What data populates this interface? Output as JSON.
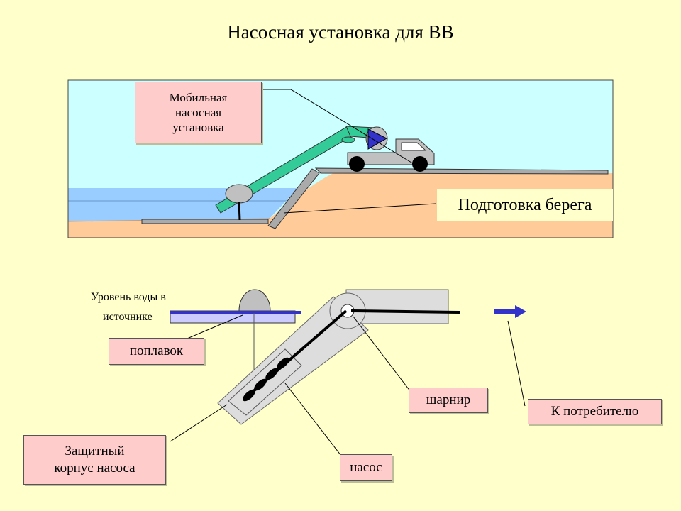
{
  "title": "Насосная установка для ВВ",
  "labels": {
    "mobile_unit": [
      "Мобильная",
      "насосная",
      "установка"
    ],
    "shore_prep": "Подготовка берега",
    "water_level": [
      "Уровень воды в",
      "источнике"
    ],
    "float": "поплавок",
    "hinge": "шарнир",
    "consumer": "К потребителю",
    "housing": [
      "Защитный",
      "корпус насоса"
    ],
    "pump": "насос"
  },
  "colors": {
    "background": "#ffffcc",
    "sky": "#ccffff",
    "water": "#99ccff",
    "sand": "#ffcc99",
    "boom": "#33cc99",
    "vehicle": "#c0c0c0",
    "label_fill": "#ffcccc",
    "shore_label_fill": "#ffffcc",
    "arrow": "#3333cc",
    "level_bar": "#9999ff"
  }
}
